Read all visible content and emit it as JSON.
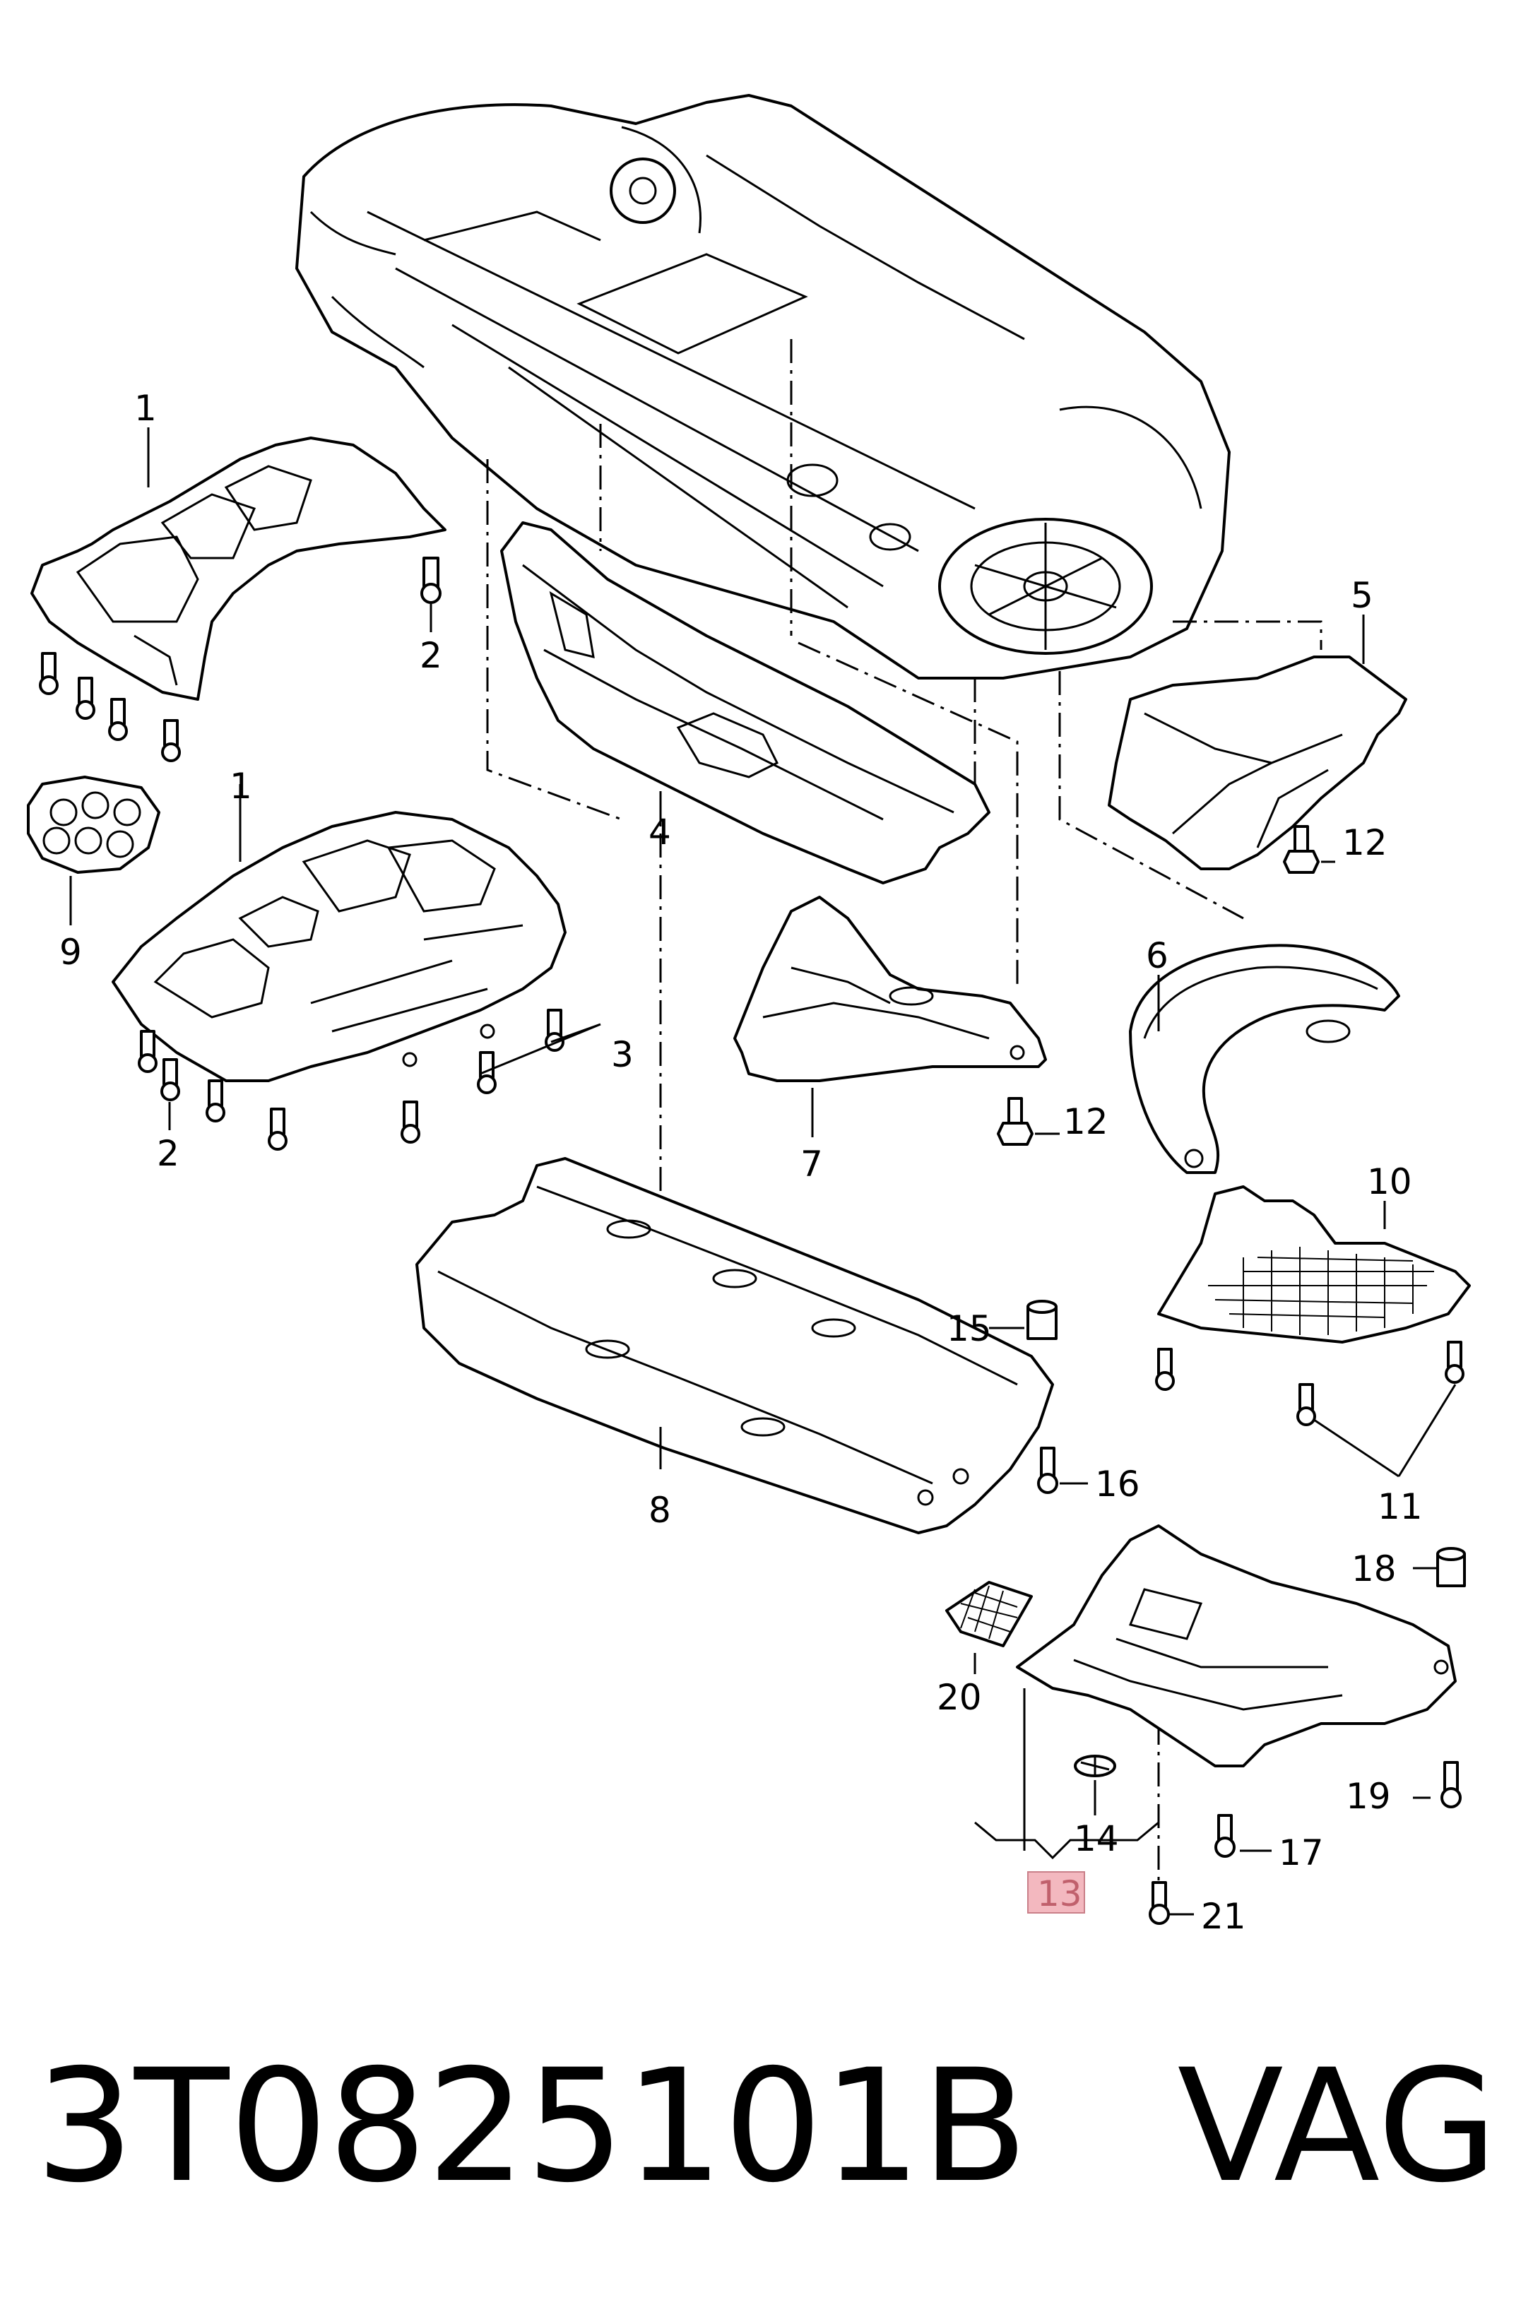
{
  "callouts": {
    "c1a": "1",
    "c1b": "1",
    "c2a": "2",
    "c2b": "2",
    "c3": "3",
    "c4": "4",
    "c5": "5",
    "c6": "6",
    "c7": "7",
    "c8": "8",
    "c9": "9",
    "c10": "10",
    "c11": "11",
    "c12a": "12",
    "c12b": "12",
    "c13": "13",
    "c14": "14",
    "c15": "15",
    "c16": "16",
    "c17": "17",
    "c18": "18",
    "c19": "19",
    "c20": "20",
    "c21": "21"
  },
  "highlight_color": "#f3b8bf",
  "footer": {
    "part_number": "3T0825101B",
    "brand": "VAG"
  }
}
